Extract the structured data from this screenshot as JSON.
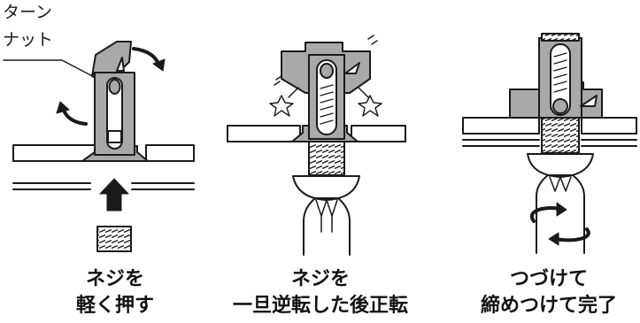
{
  "callout": {
    "line1": "ターン",
    "line2": "ナット"
  },
  "steps": [
    {
      "line1": "ネジを",
      "line2": "軽く押す"
    },
    {
      "line1": "ネジを",
      "line2": "一旦逆転した後正転"
    },
    {
      "line1": "つづけて",
      "line2": "締めつけて完了"
    }
  ],
  "colors": {
    "part_fill": "#a9a9a9",
    "stroke": "#1a1a1a",
    "background": "#ffffff"
  },
  "icons": [
    "arrow-up-icon",
    "rotate-cw-icon",
    "rotate-ccw-icon",
    "rotate-icon",
    "sparkle-star-icon",
    "vibration-mark-icon"
  ]
}
